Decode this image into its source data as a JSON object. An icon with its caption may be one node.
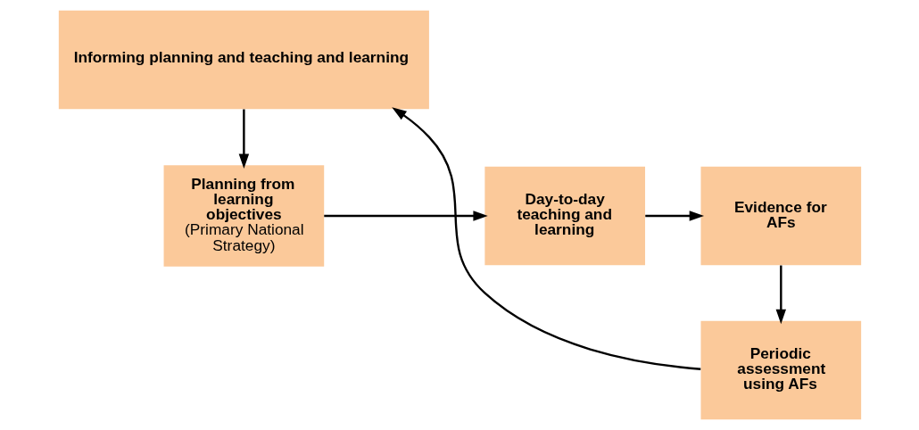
{
  "diagram": {
    "nodes": [
      {
        "text": [
          "Planning from learning objectives",
          "(Primary National Strategy)"
        ]
      },
      {
        "text": [
          "Day-to-day teaching and learning"
        ]
      },
      {
        "text": [
          "Evidence for AFs"
        ]
      },
      {
        "text": [
          "Periodic assessment using AFs"
        ]
      },
      {
        "text": [
          "Informing planning and teaching and learning"
        ]
      }
    ],
    "edges": [
      {
        "from": 0,
        "to": 1,
        "arrow": "to"
      },
      {
        "from": 1,
        "to": 2,
        "arrow": "to"
      },
      {
        "from": 2,
        "to": 3,
        "arrow": "to"
      },
      {
        "from": 3,
        "to": 4,
        "arrow": "to"
      },
      {
        "from": 4,
        "to": 0,
        "arrow": "to"
      }
    ]
  }
}
